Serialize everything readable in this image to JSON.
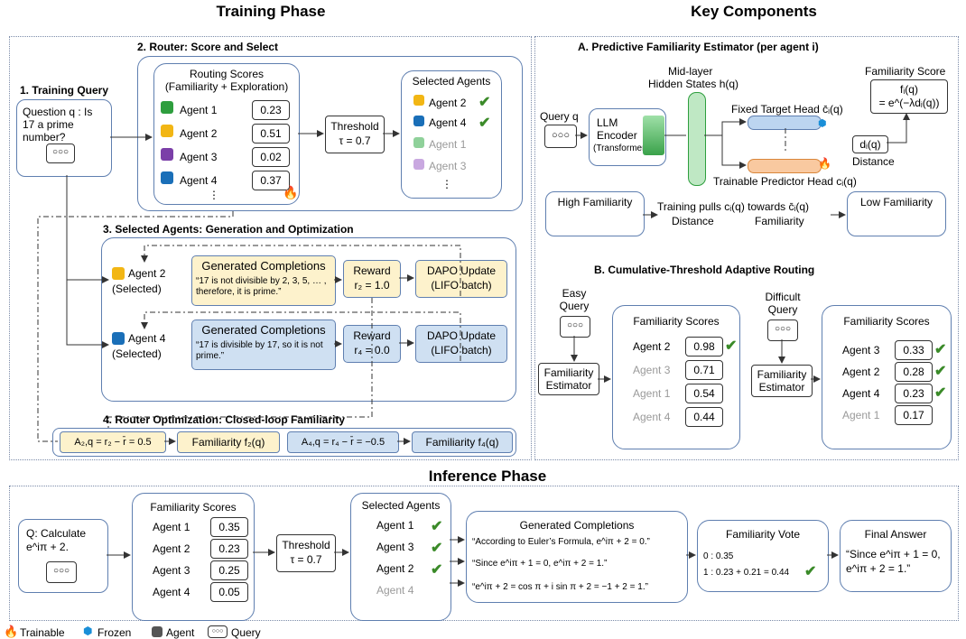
{
  "titles": {
    "training": "Training Phase",
    "key": "Key Components",
    "inference": "Inference Phase"
  },
  "training": {
    "s1": "1. Training Query",
    "query": "Question q : Is 17 a prime number?",
    "s2": "2. Router: Score and Select",
    "routing_title": "Routing Scores",
    "routing_sub": "(Familiarity + Exploration)",
    "agents": [
      {
        "name": "Agent 1",
        "score": "0.23",
        "color": "#2e9e3e"
      },
      {
        "name": "Agent 2",
        "score": "0.51",
        "color": "#f2b614"
      },
      {
        "name": "Agent 3",
        "score": "0.02",
        "color": "#7b3fa8"
      },
      {
        "name": "Agent 4",
        "score": "0.37",
        "color": "#1a6fb8"
      }
    ],
    "dots": "⋮",
    "threshold": "Threshold",
    "tau": "τ = 0.7",
    "selected_title": "Selected Agents",
    "selected": [
      "Agent 2",
      "Agent 4",
      "Agent 1",
      "Agent 3"
    ],
    "s3": "3. Selected Agents: Generation and Optimization",
    "gen": [
      {
        "agent": "Agent 2",
        "sel": "(Selected)",
        "title": "Generated Completions",
        "text": "“17 is not divisible by 2, 3, 5, … , therefore, it is prime.”",
        "reward": "Reward",
        "r": "r₂ = 1.0",
        "upd": "DAPO Update",
        "lifo": "(LIFO batch)"
      },
      {
        "agent": "Agent 4",
        "sel": "(Selected)",
        "title": "Generated Completions",
        "text": "“17 is divisible by 17, so it is not prime.”",
        "reward": "Reward",
        "r": "r₄ = 0.0",
        "upd": "DAPO Update",
        "lifo": "(LIFO batch)"
      }
    ],
    "s4": "4. Router Optimization: Closed-loop Familiarity",
    "adv1": "A₂,q = r₂ − r̄ = 0.5",
    "fam1": "Familiarity f₂(q)",
    "adv2": "A₄,q = r₄ − r̄ = −0.5",
    "fam2": "Familiarity f₄(q)"
  },
  "key": {
    "a": "A. Predictive Familiarity Estimator (per agent i)",
    "mid": "Mid-layer",
    "hidden": "Hidden States h(q)",
    "fscore": "Familiarity Score",
    "fformula1": "fᵢ(q)",
    "fformula2": "= e^(−λdᵢ(q))",
    "queryq": "Query q",
    "llm": "LLM",
    "enc": "Encoder",
    "trans": "(Transformers)",
    "fixed": "Fixed Target Head c̄ᵢ(q)",
    "pred": "Trainable Predictor Head cᵢ(q)",
    "dist": "dᵢ(q)",
    "distance": "Distance",
    "high": "High Familiarity",
    "low": "Low Familiarity",
    "pulls": "Training pulls cᵢ(q) towards c̄ᵢ(q)",
    "dist2": "Distance",
    "fam2": "Familiarity",
    "b": "B. Cumulative-Threshold Adaptive Routing",
    "easy": "Easy Query",
    "difficult": "Difficult Query",
    "estimator": "Familiarity Estimator",
    "fs": "Familiarity Scores",
    "easy_rows": [
      [
        "Agent 2",
        "0.98"
      ],
      [
        "Agent 3",
        "0.71"
      ],
      [
        "Agent 1",
        "0.54"
      ],
      [
        "Agent 4",
        "0.44"
      ]
    ],
    "hard_rows": [
      [
        "Agent 3",
        "0.33"
      ],
      [
        "Agent 2",
        "0.28"
      ],
      [
        "Agent 4",
        "0.23"
      ],
      [
        "Agent 1",
        "0.17"
      ]
    ]
  },
  "inference": {
    "q1": "Q: Calculate",
    "q2": "e^iπ + 2.",
    "fs": "Familiarity Scores",
    "rows": [
      [
        "Agent 1",
        "0.35"
      ],
      [
        "Agent 2",
        "0.23"
      ],
      [
        "Agent 3",
        "0.25"
      ],
      [
        "Agent 4",
        "0.05"
      ]
    ],
    "threshold": "Threshold",
    "tau": "τ = 0.7",
    "sel": "Selected Agents",
    "sel_rows": [
      "Agent 1",
      "Agent 3",
      "Agent 2",
      "Agent 4"
    ],
    "gen": "Generated Completions",
    "c1": "“According to Euler’s Formula, e^iπ + 2 = 0.”",
    "c2": "“Since e^iπ + 1 = 0, e^iπ + 2 = 1.”",
    "c3": "“e^iπ + 2 = cos π + i sin π + 2 = −1 + 2 = 1.”",
    "vote": "Familiarity Vote",
    "v1": "0 : 0.35",
    "v2": "1 : 0.23 + 0.21 = 0.44",
    "final": "Final Answer",
    "f1": "“Since e^iπ + 1 = 0,",
    "f2": "e^iπ + 2 = 1.”"
  },
  "legend": {
    "trainable": "Trainable",
    "frozen": "Frozen",
    "agent": "Agent",
    "query": "Query"
  }
}
